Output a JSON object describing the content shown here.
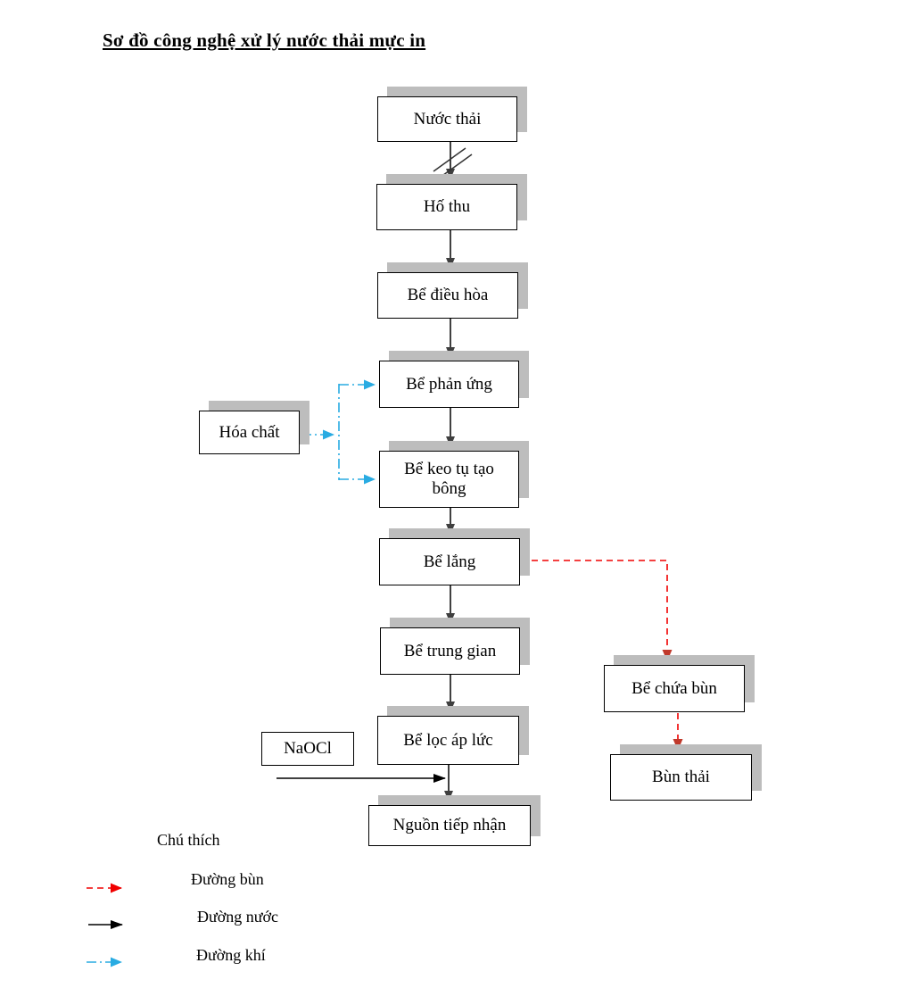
{
  "title": "Sơ đồ công nghệ xử lý nước thải mực in",
  "nodes": {
    "nuoc_thai": "Nước thải",
    "ho_thu": "Hố thu",
    "be_dieu_hoa": "Bể điều hòa",
    "be_phan_ung": "Bể phản ứng",
    "be_keo_tu": "Bể keo tụ tạo bông",
    "be_lang": "Bể lắng",
    "be_trung_gian": "Bể trung gian",
    "be_loc_ap_luc": "Bể lọc áp lức",
    "nguon_tiep_nhan": "Nguồn tiếp nhận",
    "hoa_chat": "Hóa chất",
    "naocl": "NaOCl",
    "be_chua_bun": "Bể chứa bùn",
    "bun_thai": "Bùn thải"
  },
  "legend": {
    "heading": "Chú thích",
    "items": [
      {
        "label": "Đường bùn",
        "line_style": "dashed",
        "color": "#ff0000"
      },
      {
        "label": "Đường nước",
        "line_style": "solid",
        "color": "#000000"
      },
      {
        "label": "Đường khí",
        "line_style": "dash-dot",
        "color": "#29abe2"
      }
    ]
  },
  "colors": {
    "sludge_line": "#ff0000",
    "sludge_arrowhead": "#c0392b",
    "water_line": "#000000",
    "water_arrowhead": "#3f3f3f",
    "air_line": "#29abe2",
    "box_shadow": "#bdbdbd",
    "box_border": "#000000",
    "box_fill": "#ffffff"
  }
}
